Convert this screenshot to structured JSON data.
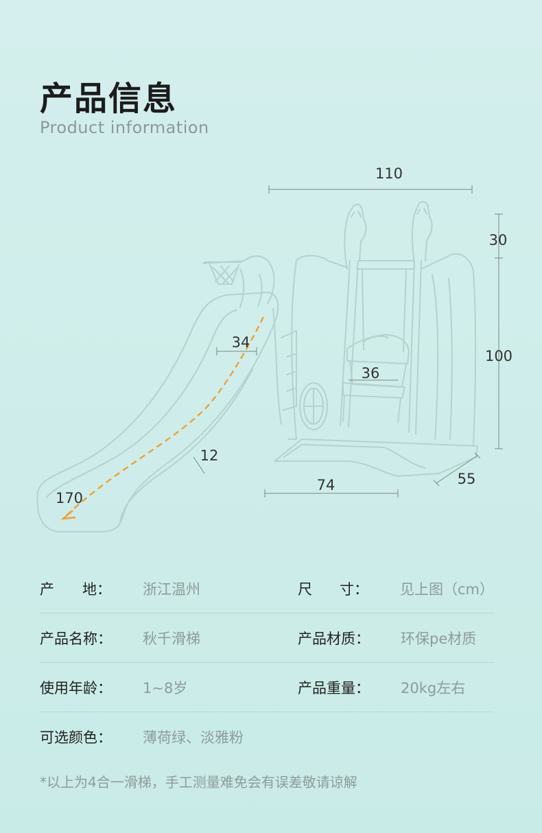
{
  "header": {
    "title": "产品信息",
    "subtitle": "Product information"
  },
  "dimensions": {
    "width_total": "110",
    "top_extra": "30",
    "height": "100",
    "slide_width": "34",
    "seat": "36",
    "slide_side": "12",
    "slide_length": "170",
    "base": "74",
    "depth": "55"
  },
  "specs": {
    "origin": {
      "label_a": "产",
      "label_b": "地：",
      "value": "浙江温州"
    },
    "size": {
      "label_a": "尺",
      "label_b": "寸：",
      "value": "见上图（cm）"
    },
    "name": {
      "label": "产品名称：",
      "value": "秋千滑梯"
    },
    "material": {
      "label": "产品材质：",
      "value": "环保pe材质"
    },
    "age": {
      "label": "使用年龄：",
      "value": "1~8岁"
    },
    "weight": {
      "label": "产品重量：",
      "value": "20kg左右"
    },
    "colors": {
      "label": "可选颜色：",
      "value": "薄荷绿、淡雅粉"
    }
  },
  "note": "*以上为4合一滑梯，手工测量难免会有误差敬请谅解"
}
